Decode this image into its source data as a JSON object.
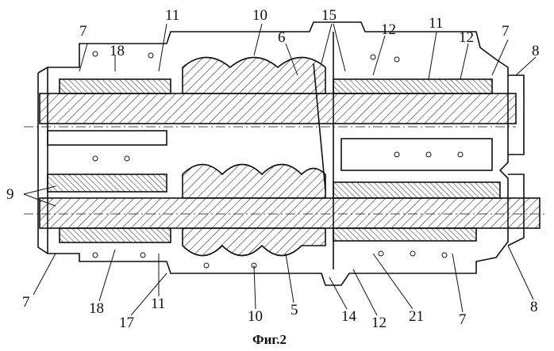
{
  "figure": {
    "caption": "Фиг.2",
    "labels": {
      "l7a": "7",
      "l18a": "18",
      "l11a": "11",
      "l10a": "10",
      "l6": "6",
      "l15": "15",
      "l12a": "12",
      "l11b": "11",
      "l12b": "12",
      "l7b": "7",
      "l8a": "8",
      "l9": "9",
      "l7c": "7",
      "l18b": "18",
      "l11c": "11",
      "l17": "17",
      "l10b": "10",
      "l5": "5",
      "l14": "14",
      "l12c": "12",
      "l21": "21",
      "l7d": "7",
      "l8b": "8"
    }
  }
}
